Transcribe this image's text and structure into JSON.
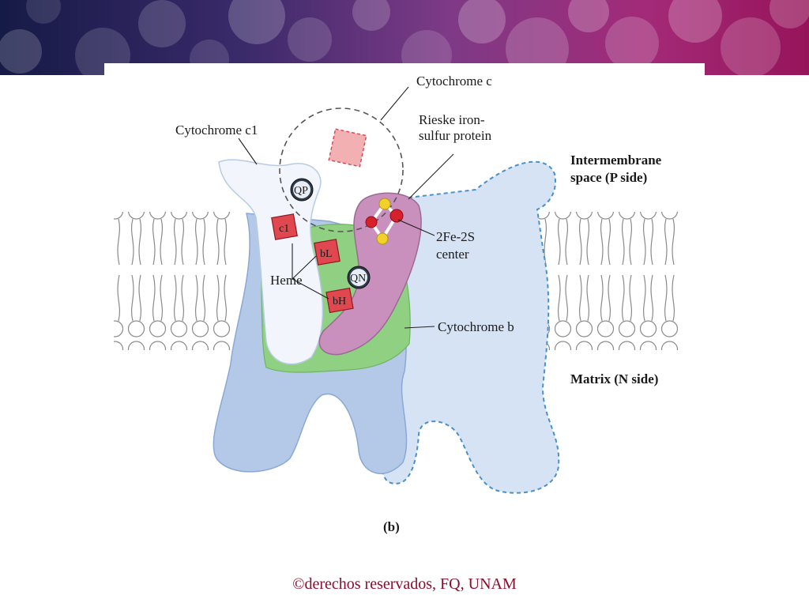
{
  "figure": {
    "panel_label": "(b)",
    "labels": {
      "cytochrome_c": "Cytochrome c",
      "cytochrome_c1": "Cytochrome c1",
      "rieske_line1": "Rieske iron-",
      "rieske_line2": "sulfur protein",
      "intermembrane_line1": "Intermembrane",
      "intermembrane_line2": "space (P side)",
      "fe2s_line1": "2Fe-2S",
      "fe2s_line2": "center",
      "cytochrome_b": "Cytochrome b",
      "matrix": "Matrix (N side)",
      "heme": "Heme"
    },
    "hemes": [
      "c1",
      "bL",
      "bH"
    ],
    "quinone_sites": [
      "QP",
      "QN"
    ]
  },
  "footer": {
    "copyright": "©derechos reservados, FQ, UNAM"
  },
  "colors": {
    "banner_start": "#161a46",
    "banner_end": "#96145a",
    "cytochrome_b_fill": "#b9cde9",
    "cytochrome_c1_fill": "#f2f6fc",
    "green_domain": "#8fd082",
    "rieske_fill": "#c990bd",
    "heme_red": "#e0474f",
    "copyright_text": "#8b0d2c"
  }
}
